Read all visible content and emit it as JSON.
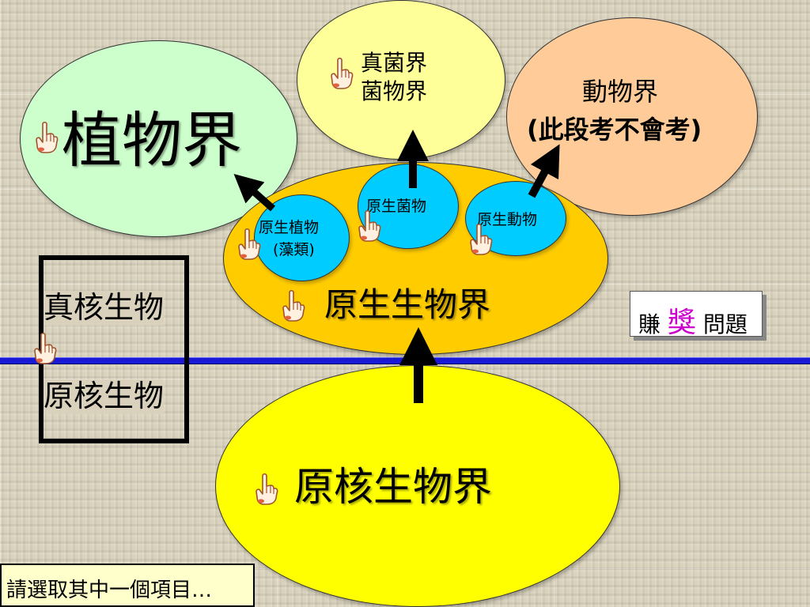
{
  "diagram": {
    "plant": "植物界",
    "fungi_line1": "真菌界",
    "fungi_line2": "菌物界",
    "animal_line1": "動物界",
    "animal_line2": "(此段考不會考)",
    "protist_kingdom": "原生生物界",
    "proto_plant_line1": "原生植物",
    "proto_plant_line2": "(藻類)",
    "proto_fungi": "原生菌物",
    "proto_animal": "原生動物",
    "eukaryote": "真核生物",
    "prokaryote": "原核生物",
    "prokaryote_kingdom": "原核生物界"
  },
  "button": {
    "prefix": "賺",
    "highlight": "獎",
    "suffix": "問題"
  },
  "status": "請選取其中一個項目…",
  "colors": {
    "plant": "#ccffcc",
    "fungi": "#ffff99",
    "animal": "#ffcc99",
    "protist": "#ffcc00",
    "sub": "#00ccff",
    "prokaryote": "#ffff00",
    "line": "#1a1ad6",
    "highlight": "#cc00cc"
  },
  "icons": {
    "pointer": "pointing-hand-icon",
    "arrow": "arrow-up-icon"
  }
}
